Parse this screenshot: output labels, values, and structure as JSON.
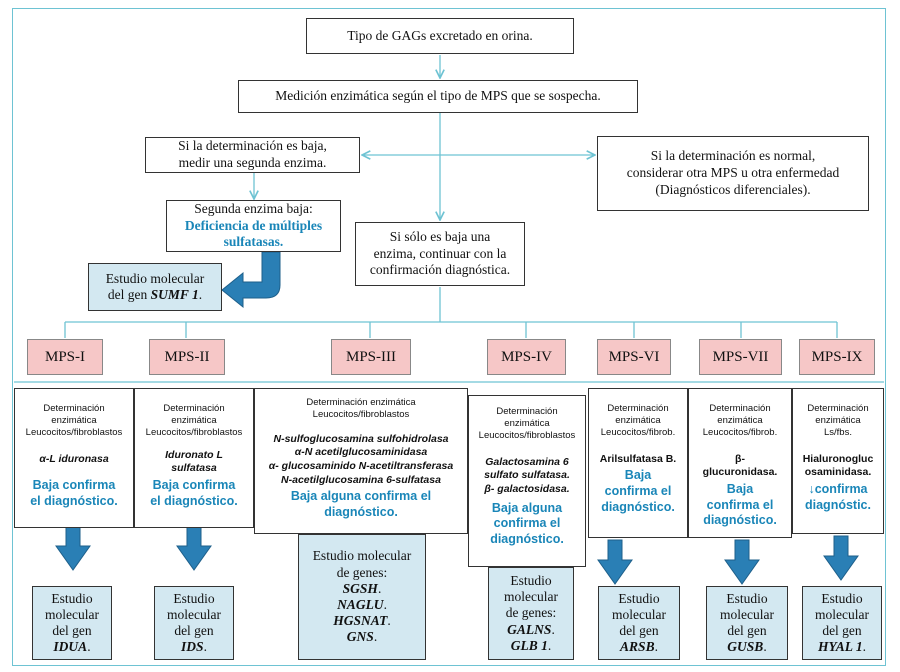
{
  "top": {
    "gags": "Tipo de GAGs excretado en orina.",
    "medicion": "Medición enzimática según el tipo de MPS que se sospecha.",
    "baja_line1": "Si la determinación es baja,",
    "baja_line2": "medir una segunda enzima.",
    "normal_line1": "Si la determinación es normal,",
    "normal_line2": "considerar otra MPS u otra enfermedad",
    "normal_line3": "(Diagnósticos diferenciales).",
    "segunda_line1": "Segunda enzima baja:",
    "segunda_line2": "Deficiencia de múltiples",
    "segunda_line3": "sulfatasas.",
    "solo_line1": "Si sólo es baja una",
    "solo_line2": "enzima, continuar con la",
    "solo_line3": "confirmación diagnóstica.",
    "sumf_line1": "Estudio molecular",
    "sumf_prefix": "del gen",
    "sumf_gene": "SUMF 1",
    "sumf_suffix": "."
  },
  "mps_labels": [
    "MPS-I",
    "MPS-II",
    "MPS-III",
    "MPS-IV",
    "MPS-VI",
    "MPS-VII",
    "MPS-IX"
  ],
  "columns": [
    {
      "det": [
        "Determinación",
        "enzimática",
        "Leucocitos/fibroblastos"
      ],
      "enz": [
        "α-L iduronasa"
      ],
      "confirm": [
        "Baja confirma",
        "el diagnóstico."
      ],
      "mol": [
        "Estudio",
        "molecular",
        "del gen"
      ],
      "genes": [
        "IDUA"
      ]
    },
    {
      "det": [
        "Determinación",
        "enzimática",
        "Leucocitos/fibroblastos"
      ],
      "enz": [
        "Iduronato L",
        "sulfatasa"
      ],
      "confirm": [
        "Baja confirma",
        "el diagnóstico."
      ],
      "mol": [
        "Estudio",
        "molecular",
        "del gen"
      ],
      "genes": [
        "IDS"
      ]
    },
    {
      "det": [
        "Determinación enzimática",
        "Leucocitos/fibroblastos"
      ],
      "enz": [
        "N-sulfoglucosamina sulfohidrolasa",
        "α-N acetilglucosaminidasa",
        "α- glucosaminido N-acetiltransferasa",
        "N-acetilglucosamina 6-sulfatasa"
      ],
      "confirm": [
        "Baja alguna confirma el",
        "diagnóstico."
      ],
      "mol": [
        "Estudio molecular",
        "de genes:"
      ],
      "genes": [
        "SGSH",
        "NAGLU",
        "HGSNAT",
        "GNS"
      ]
    },
    {
      "det": [
        "Determinación",
        "enzimática",
        "Leucocitos/fibroblastos"
      ],
      "enz": [
        "Galactosamina 6",
        "sulfato sulfatasa.",
        "β- galactosidasa."
      ],
      "confirm": [
        "Baja alguna",
        "confirma el",
        "diagnóstico."
      ],
      "mol": [
        "Estudio",
        "molecular",
        "de genes:"
      ],
      "genes": [
        "GALNS",
        "GLB 1"
      ]
    },
    {
      "det": [
        "Determinación",
        "enzimática",
        "Leucocitos/fibrob."
      ],
      "enz": [
        "Arilsulfatasa B."
      ],
      "confirm": [
        "Baja",
        "confirma el",
        "diagnóstico."
      ],
      "mol": [
        "Estudio",
        "molecular",
        "del gen"
      ],
      "genes": [
        "ARSB"
      ]
    },
    {
      "det": [
        "Determinación",
        "enzimática",
        "Leucocitos/fibrob."
      ],
      "enz": [
        "β-",
        "glucuronidasa."
      ],
      "confirm": [
        "Baja",
        "confirma el",
        "diagnóstico."
      ],
      "mol": [
        "Estudio",
        "molecular",
        "del gen"
      ],
      "genes": [
        "GUSB"
      ]
    },
    {
      "det": [
        "Determinación",
        "enzimática",
        "Ls/fbs."
      ],
      "enz": [
        "Hialuronogluc",
        "osaminidasa."
      ],
      "confirm": [
        "↓confirma",
        "diagnóstic."
      ],
      "mol": [
        "Estudio",
        "molecular",
        "del gen"
      ],
      "genes": [
        "HYAL 1"
      ]
    }
  ],
  "colors": {
    "frame": "#6ec3d3",
    "arrow": "#2a7fb5",
    "mps_fill": "#f6c7c7",
    "mol_fill": "#d3e8f1",
    "confirm_text": "#1a86b8"
  }
}
